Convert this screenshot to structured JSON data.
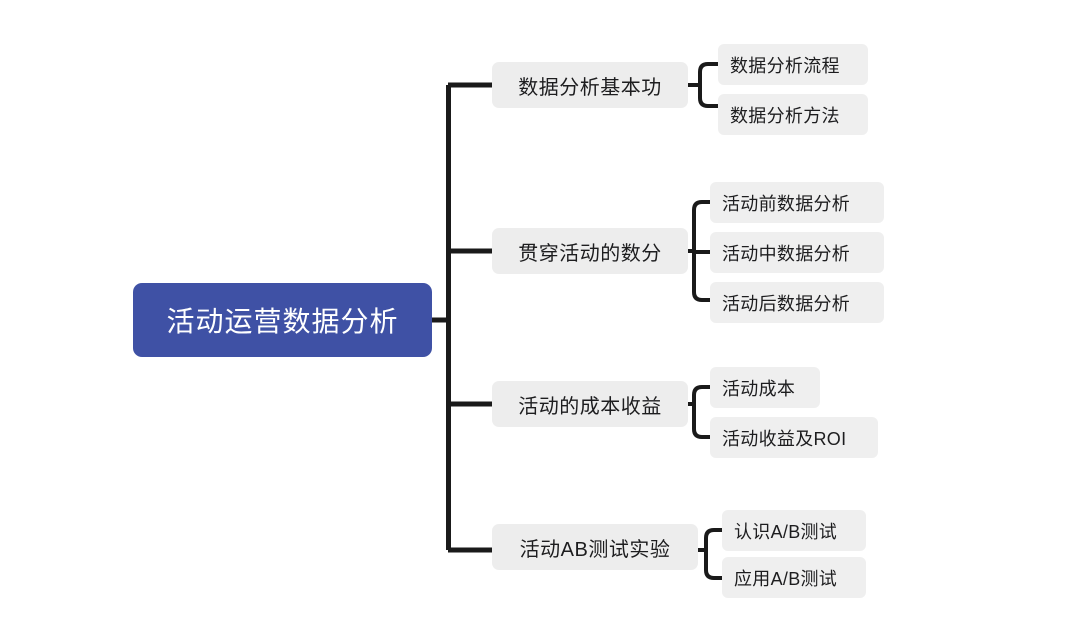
{
  "diagram": {
    "type": "mindmap",
    "orientation": "left-to-right",
    "title": "活动运营数据分析",
    "colors": {
      "root_fill": "#3f51a5",
      "root_text": "#ffffff",
      "node_fill": "#ededed",
      "node_text": "#1d1d1f",
      "connector": "#1a1a1a",
      "background": "#ffffff"
    },
    "root": {
      "label": "活动运营数据分析"
    },
    "branches": [
      {
        "id": "b1",
        "label": "数据分析基本功",
        "children": [
          {
            "id": "b1-0",
            "label": "数据分析流程"
          },
          {
            "id": "b1-1",
            "label": "数据分析方法"
          }
        ]
      },
      {
        "id": "b2",
        "label": "贯穿活动的数分",
        "children": [
          {
            "id": "b2-0",
            "label": "活动前数据分析"
          },
          {
            "id": "b2-1",
            "label": "活动中数据分析"
          },
          {
            "id": "b2-2",
            "label": "活动后数据分析"
          }
        ]
      },
      {
        "id": "b3",
        "label": "活动的成本收益",
        "children": [
          {
            "id": "b3-0",
            "label": "活动成本"
          },
          {
            "id": "b3-1",
            "label": "活动收益及ROI"
          }
        ]
      },
      {
        "id": "b4",
        "label": "活动AB测试实验",
        "children": [
          {
            "id": "b4-0",
            "label": "认识A/B测试"
          },
          {
            "id": "b4-1",
            "label": "应用A/B测试"
          }
        ]
      }
    ]
  }
}
